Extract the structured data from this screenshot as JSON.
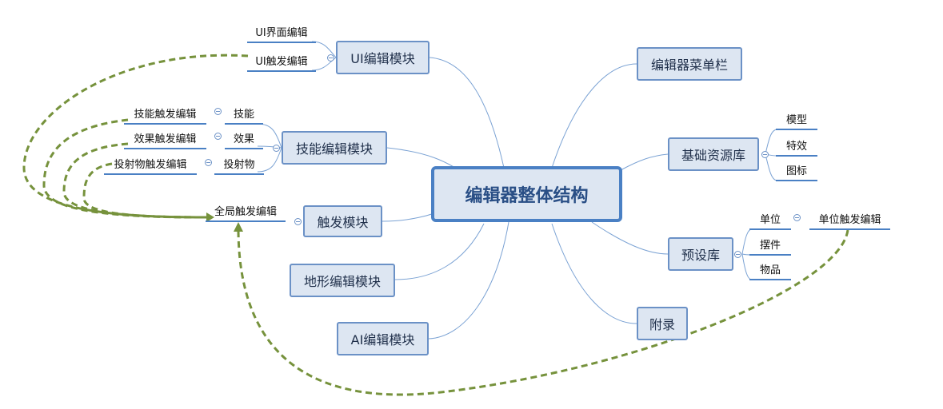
{
  "central": {
    "label": "编辑器整体结构"
  },
  "left_branches": {
    "ui_module": {
      "label": "UI编辑模块",
      "children": [
        "UI界面编辑",
        "UI触发编辑"
      ]
    },
    "skill_module": {
      "label": "技能编辑模块",
      "children": [
        {
          "label": "技能",
          "child": "技能触发编辑"
        },
        {
          "label": "效果",
          "child": "效果触发编辑"
        },
        {
          "label": "投射物",
          "child": "投射物触发编辑"
        }
      ]
    },
    "trigger_module": {
      "label": "触发模块",
      "children": [
        "全局触发编辑"
      ]
    },
    "terrain_module": {
      "label": "地形编辑模块"
    },
    "ai_module": {
      "label": "AI编辑模块"
    }
  },
  "right_branches": {
    "menu_bar": {
      "label": "编辑器菜单栏"
    },
    "resource_lib": {
      "label": "基础资源库",
      "children": [
        "模型",
        "特效",
        "图标"
      ]
    },
    "prefab_lib": {
      "label": "预设库",
      "children": [
        {
          "label": "单位",
          "child": "单位触发编辑"
        },
        {
          "label": "摆件"
        },
        {
          "label": "物品"
        }
      ]
    },
    "appendix": {
      "label": "附录"
    }
  },
  "colors": {
    "node_fill": "#dde6f2",
    "node_border": "#6b91c6",
    "connector": "#7ca3d4",
    "relation": "#76923c"
  }
}
